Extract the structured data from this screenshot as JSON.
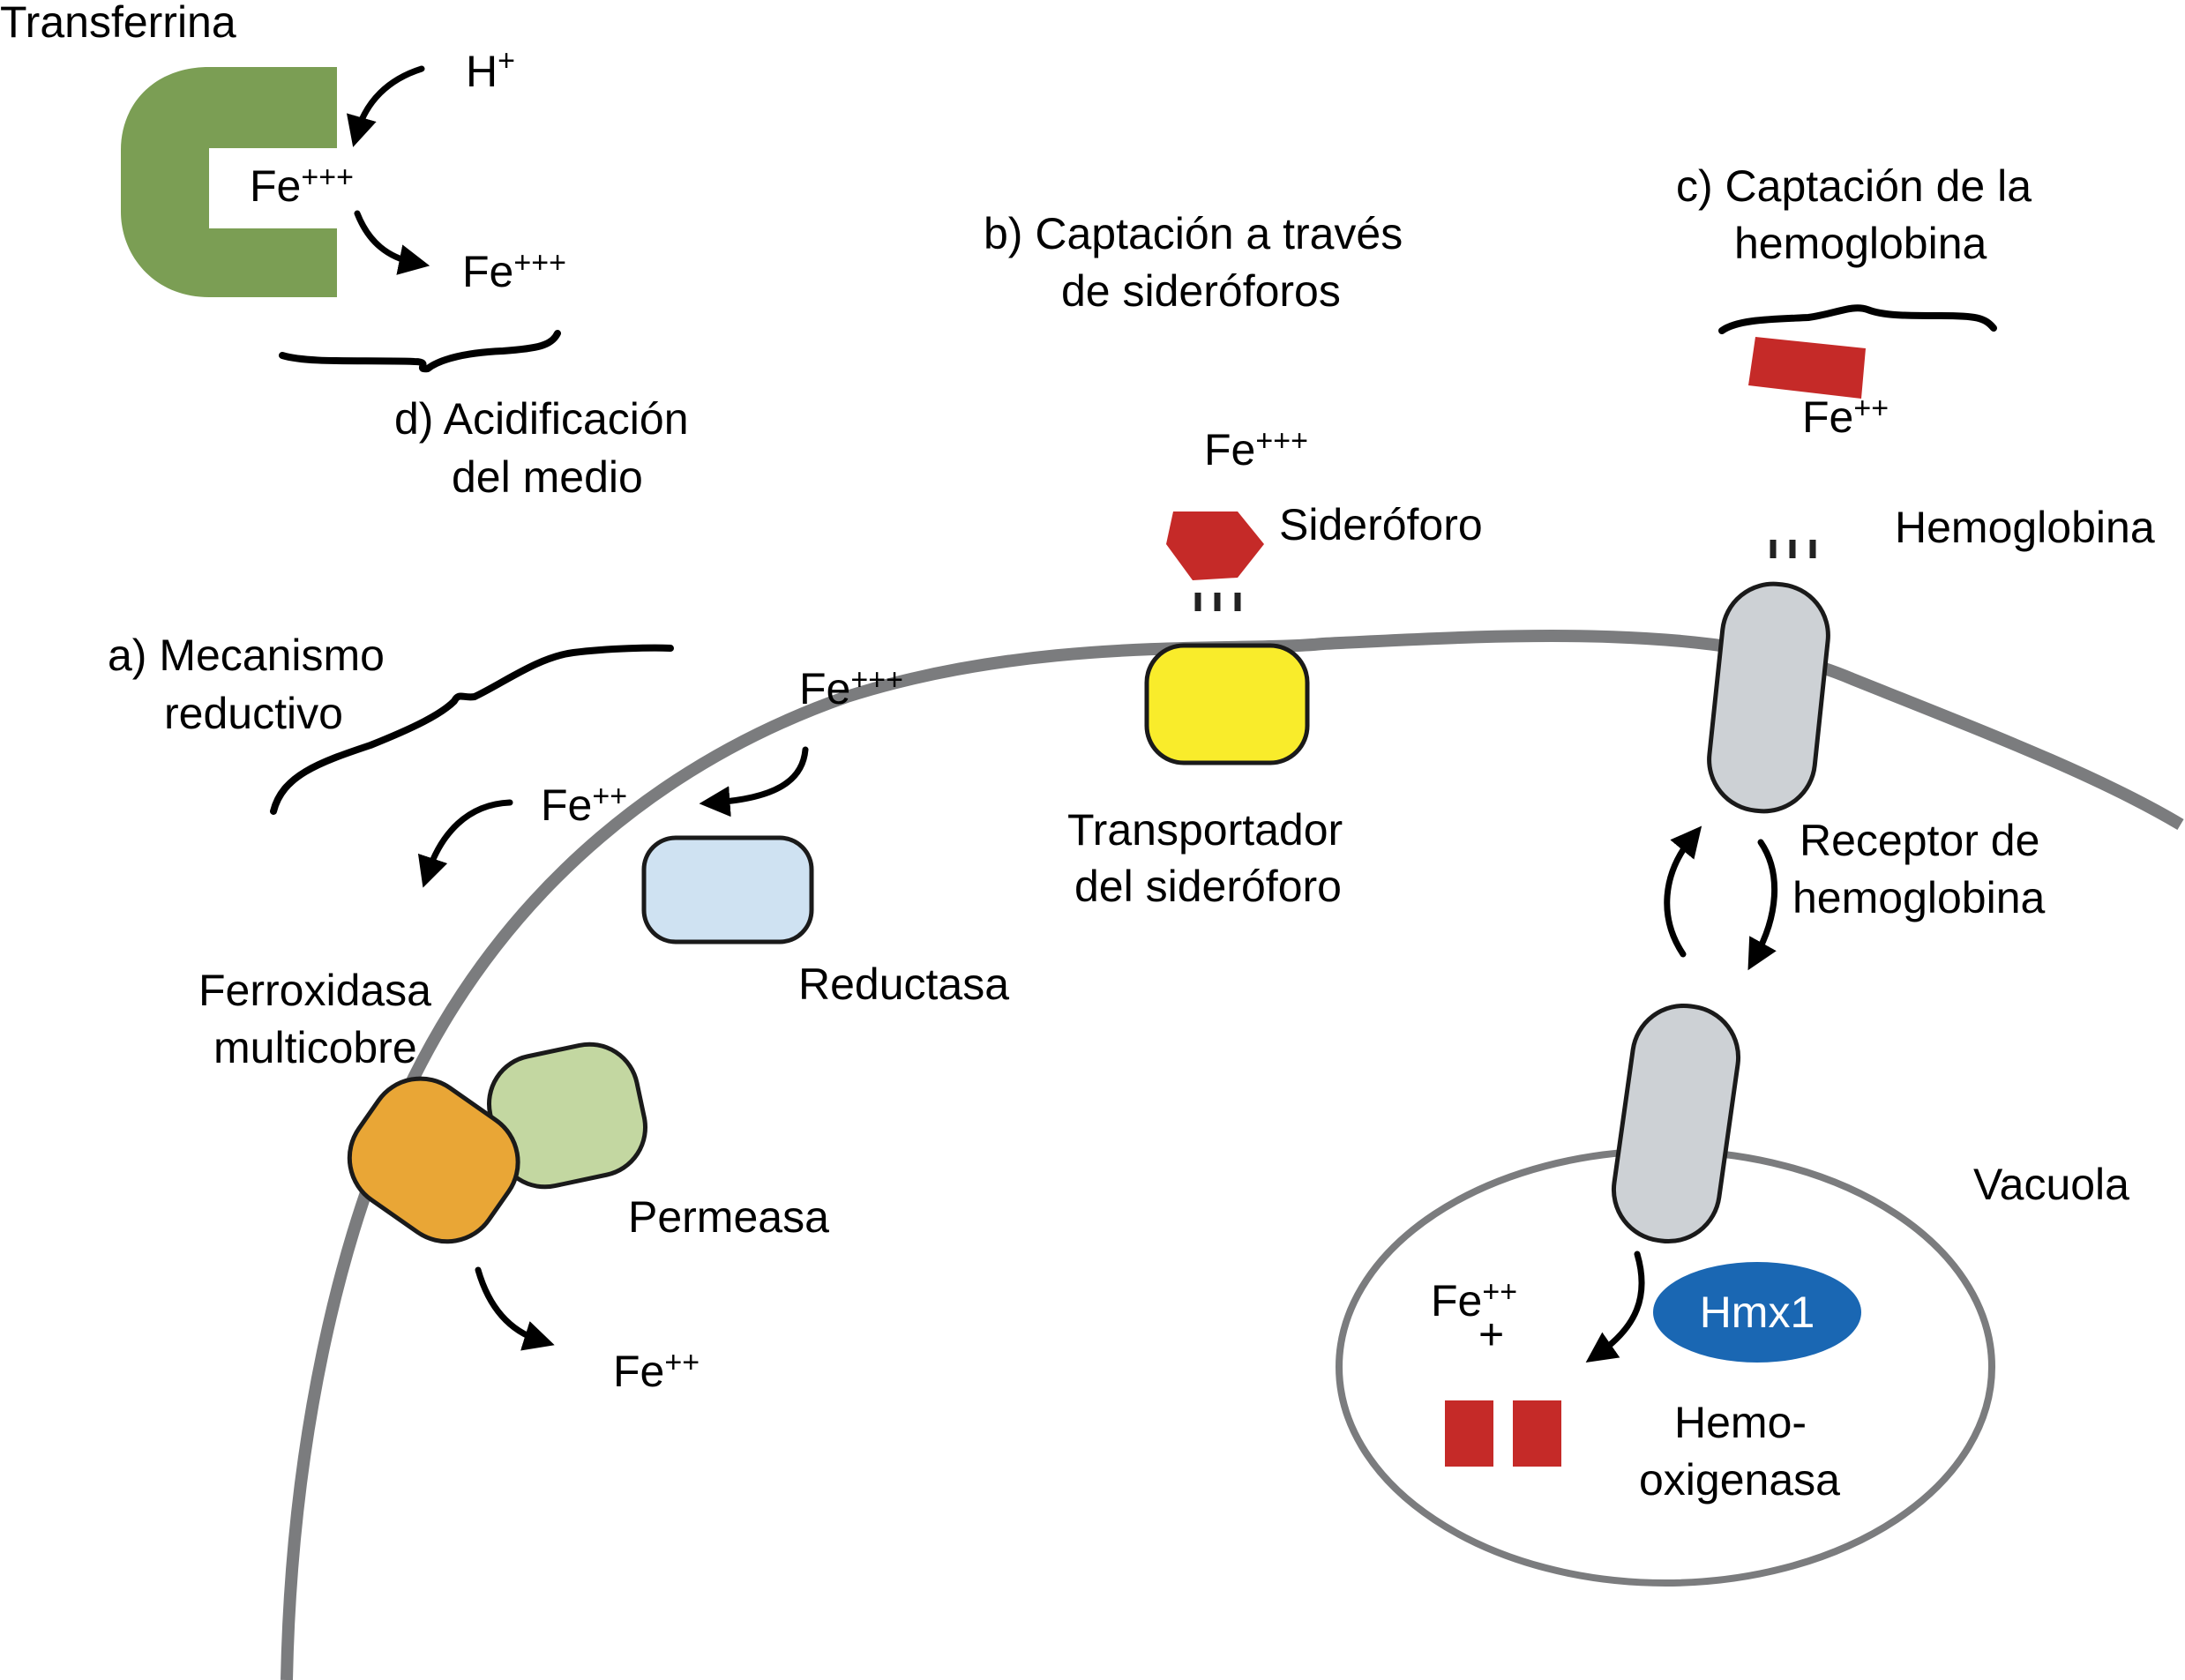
{
  "colors": {
    "transferrin": "#7b9e54",
    "siderophore": "#c52a28",
    "hemoglobin": "#c52a28",
    "heme_products": "#c52a28",
    "transporter": "#f9ec2b",
    "reductase": "#cfe2f2",
    "ferroxidase": "#e9a636",
    "permease": "#c3d7a1",
    "receptor": "#cdd1d5",
    "hmx1": "#1a67b3",
    "membrane": "#7b7c7e"
  },
  "transferrin": {
    "label": "Transferrina",
    "proton": "H",
    "proton_charge": "+",
    "bound_iron": "Fe",
    "bound_iron_charge": "+++",
    "released_iron": "Fe",
    "released_iron_charge": "+++"
  },
  "mechanisms": {
    "a": {
      "line1": "a) Mecanismo",
      "line2": "reductivo"
    },
    "b": {
      "line1": "b) Captación a través",
      "line2": "de sideróforos"
    },
    "c": {
      "line1": "c) Captación de la",
      "line2": "hemoglobina"
    },
    "d": {
      "line1": "d) Acidificación",
      "line2": "del medio"
    }
  },
  "reductive": {
    "fe3": "Fe",
    "fe3_charge": "+++",
    "fe2": "Fe",
    "fe2_charge": "++",
    "reductase": "Reductasa",
    "ferroxidase_line1": "Ferroxidasa",
    "ferroxidase_line2": "multicobre",
    "permease": "Permeasa",
    "internal_fe2": "Fe",
    "internal_fe2_charge": "++"
  },
  "siderophore": {
    "fe3": "Fe",
    "fe3_charge": "+++",
    "label": "Sideróforo",
    "transporter_line1": "Transportador",
    "transporter_line2": "del sideróforo"
  },
  "hemoglobin": {
    "fe2": "Fe",
    "fe2_charge": "++",
    "label": "Hemoglobina",
    "receptor_line1": "Receptor de",
    "receptor_line2": "hemoglobina",
    "vacuole": "Vacuola",
    "enzyme": "Hmx1",
    "enzyme_line1": "Hemo-",
    "enzyme_line2": "oxigenasa",
    "products_fe": "Fe",
    "products_fe_charge": "++",
    "products_plus": "+"
  }
}
